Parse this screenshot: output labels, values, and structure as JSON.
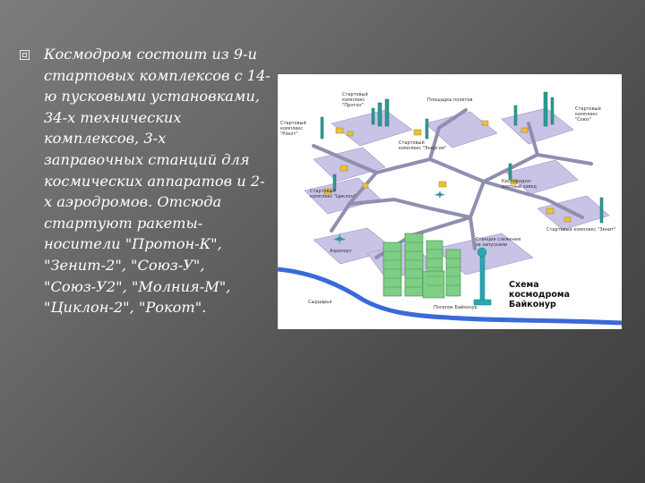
{
  "slide": {
    "body_text": "Космодром состоит из 9-и\nстартовых комплексов с 14-\nю пусковыми установками,\n34-х технических\nкомплексов, 3-х\nзаправочных станций для\nкосмических аппаратов и 2-\nх аэродромов. Отсюда\nстартуют ракеты-\nносители \"Протон-К\",\n\"Зенит-2\", \"Союз-У\",\n\"Союз-У2\", \"Молния-М\",\n\"Циклон-2\", \"Рокот\"."
  },
  "map": {
    "caption": "Схема\nкосмодрома Байконур",
    "labels": {
      "proton": "Стартовый\nкомплекс\n\"Протон\"",
      "rokot": "Стартовый\nкомплекс\n\"Рокот\"",
      "polet": "Площадка полетов",
      "soyuz": "Стартовый\nкомплекс\n\"Союз\"",
      "energia": "Стартовый\nкомплекс \"Энергия\"",
      "tsiklon": "Стартовый\nкомплекс \"Циклон\"",
      "zavod": "Кислородно-\nазотный завод",
      "zenit": "Стартовый комплекс \"Зенит\"",
      "airport": "Аэропорт",
      "station": "Станция слежения\nза запусками",
      "syrdarya": "Сырдарья",
      "baikonur": "Поселок Байконур"
    }
  }
}
